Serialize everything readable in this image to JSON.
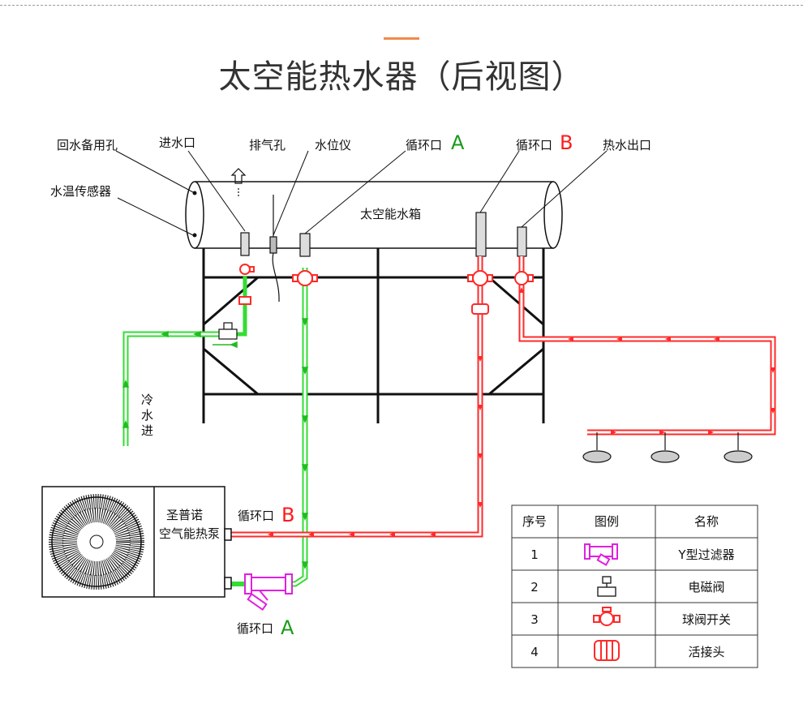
{
  "title": "太空能热水器（后视图）",
  "labels": {
    "return_water_hole": "回水备用孔",
    "water_temp_sensor": "水温传感器",
    "water_inlet": "进水口",
    "vent_hole": "排气孔",
    "water_level": "水位仪",
    "circ_a_top": "循环口",
    "circ_a_top_letter": "A",
    "circ_b_top": "循环口",
    "circ_b_top_letter": "B",
    "hot_water_outlet": "热水出口",
    "tank": "太空能水箱",
    "cold_in_1": "冷",
    "cold_in_2": "水",
    "cold_in_3": "进",
    "heat_pump_1": "圣普诺",
    "heat_pump_2": "空气能热泵",
    "circ_b_pump": "循环口",
    "circ_b_pump_letter": "B",
    "circ_a_pump": "循环口",
    "circ_a_pump_letter": "A"
  },
  "legend": {
    "headers": [
      "序号",
      "图例",
      "名称"
    ],
    "rows": [
      {
        "no": "1",
        "icon": "y-filter-icon",
        "name": "Y型过滤器"
      },
      {
        "no": "2",
        "icon": "solenoid-valve-icon",
        "name": "电磁阀"
      },
      {
        "no": "3",
        "icon": "ball-valve-icon",
        "name": "球阀开关"
      },
      {
        "no": "4",
        "icon": "union-joint-icon",
        "name": "活接头"
      }
    ]
  },
  "colors": {
    "hot": "#ff2a2a",
    "cold": "#33dd33",
    "letter_a": "#1a9a1a",
    "letter_b": "#ff1a1a",
    "filter": "#e020e0",
    "accent": "#f08a4b"
  }
}
